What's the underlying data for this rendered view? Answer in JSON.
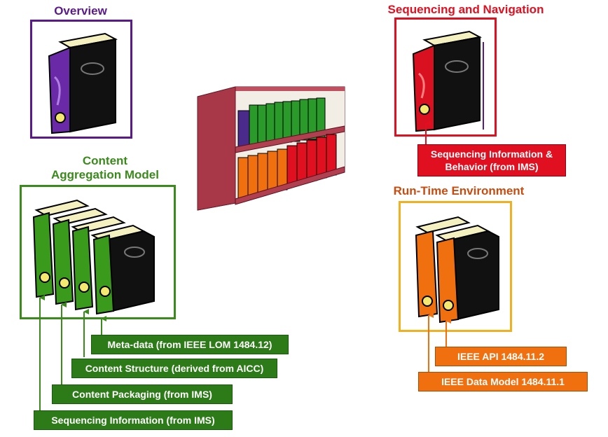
{
  "colors": {
    "overview": "#5a1a8a",
    "cam": "#3a8a1c",
    "cam_label": "#2d7a18",
    "seq": "#e01020",
    "rte_title": "#c84c10",
    "rte_frame": "#f0b020",
    "rte_label": "#f07010"
  },
  "overview": {
    "title": "Overview"
  },
  "cam": {
    "title_line1": "Content",
    "title_line2": "Aggregation Model",
    "labels": [
      "Meta-data (from IEEE LOM 1484.12)",
      "Content Structure (derived from AICC)",
      "Content Packaging (from IMS)",
      "Sequencing Information (from IMS)"
    ]
  },
  "seq": {
    "title": "Sequencing and Navigation",
    "label_line1": "Sequencing Information &",
    "label_line2": "Behavior (from IMS)"
  },
  "rte": {
    "title": "Run-Time Environment",
    "labels": [
      "IEEE API 1484.11.2",
      "IEEE Data Model 1484.11.1"
    ]
  }
}
